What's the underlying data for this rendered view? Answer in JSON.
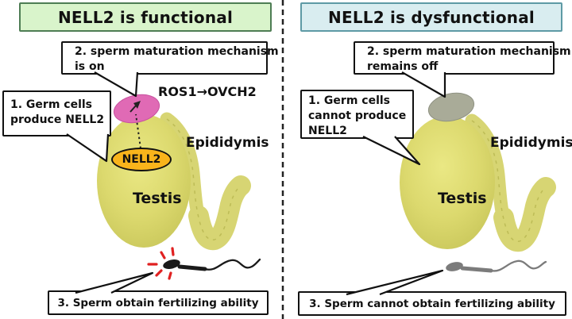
{
  "panels": {
    "left": {
      "title": "NELL2 is functional",
      "bubble2_lines": [
        "2. sperm maturation mechanism",
        "is on"
      ],
      "bubble1_lines": [
        "1. Germ cells",
        "produce NELL2"
      ],
      "pathway_label": "ROS1→OVCH2",
      "nell2_label": "NELL2",
      "epididymis_label": "Epididymis",
      "testis_label": "Testis",
      "step3": "3. Sperm obtain fertilizing ability"
    },
    "right": {
      "title": "NELL2 is dysfunctional",
      "bubble2_lines": [
        "2. sperm maturation mechanism",
        "remains off"
      ],
      "bubble1_lines": [
        "1. Germ cells",
        "cannot produce",
        "NELL2"
      ],
      "epididymis_label": "Epididymis",
      "testis_label": "Testis",
      "step3": "3. Sperm cannot obtain fertilizing ability"
    }
  },
  "colors": {
    "functional_title_bg": "#d9f4cb",
    "functional_title_border": "#4e7d54",
    "dysfunctional_title_bg": "#d9edf0",
    "dysfunctional_title_border": "#5e9aa5",
    "testis_fill": "#dcd96e",
    "epididymis_fill": "#d7d573",
    "cap_active": "#e06ab5",
    "cap_inactive": "#a9ab98",
    "nell2_fill": "#f9b41b",
    "sperm_active": "#1a1a1a",
    "sperm_inactive": "#7b7b7b",
    "spark": "#e02121",
    "outline": "#111111"
  }
}
